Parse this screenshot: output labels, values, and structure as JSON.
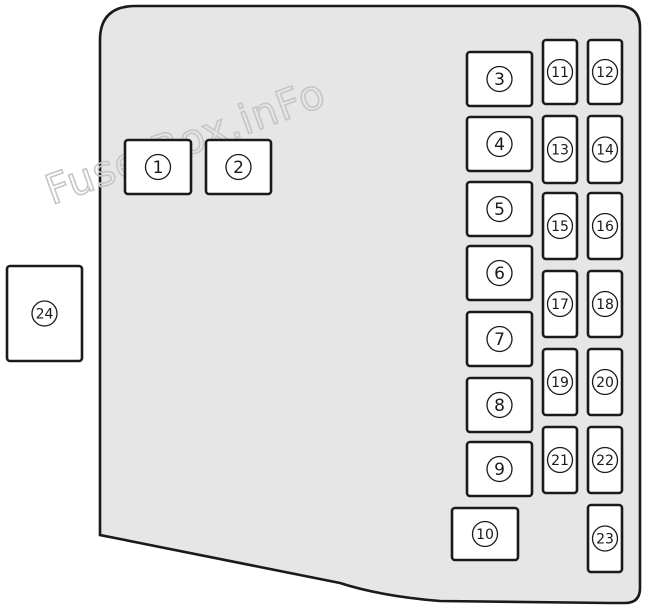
{
  "watermark": "Fuse-Box.inFo",
  "colors": {
    "panel_fill": "#e6e6e6",
    "panel_outline": "#1a1a1a",
    "fuse_fill": "#ffffff",
    "fuse_outline": "#1a1a1a",
    "watermark_color": "#c6c6c6"
  },
  "fuses": [
    {
      "label": "1"
    },
    {
      "label": "2"
    },
    {
      "label": "3"
    },
    {
      "label": "4"
    },
    {
      "label": "5"
    },
    {
      "label": "6"
    },
    {
      "label": "7"
    },
    {
      "label": "8"
    },
    {
      "label": "9"
    },
    {
      "label": "10"
    },
    {
      "label": "11"
    },
    {
      "label": "12"
    },
    {
      "label": "13"
    },
    {
      "label": "14"
    },
    {
      "label": "15"
    },
    {
      "label": "16"
    },
    {
      "label": "17"
    },
    {
      "label": "18"
    },
    {
      "label": "19"
    },
    {
      "label": "20"
    },
    {
      "label": "21"
    },
    {
      "label": "22"
    },
    {
      "label": "23"
    },
    {
      "label": "24"
    }
  ]
}
